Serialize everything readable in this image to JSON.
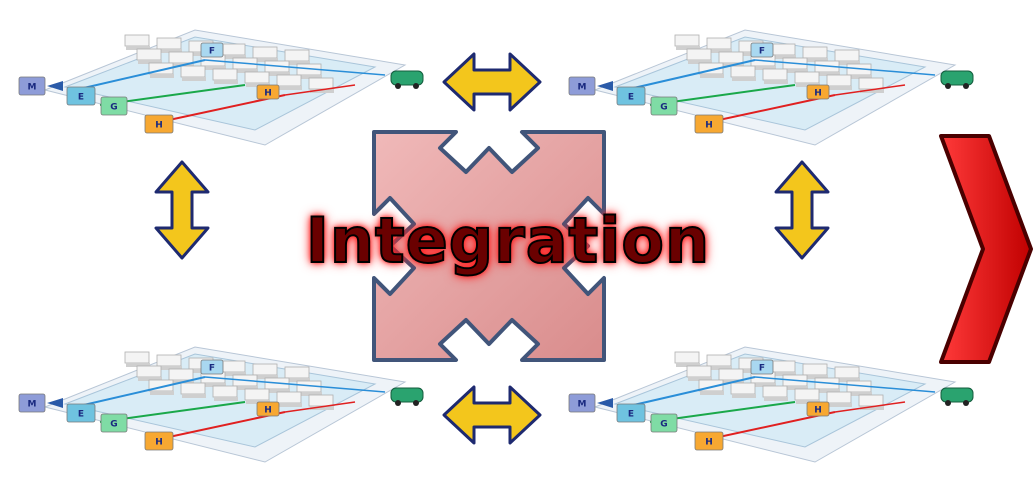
{
  "title": "Integration",
  "model": {
    "module_letters": [
      "M",
      "E",
      "G",
      "H",
      "F",
      "H"
    ],
    "colors": {
      "m_block": "#8e9cd8",
      "e_block": "#6fc3e0",
      "g_block": "#7fdca5",
      "h_block": "#f7a832",
      "line_blue": "#2a8ed8",
      "line_green": "#1aa84a",
      "line_red": "#e02020",
      "car": "#2aa36f"
    }
  },
  "colors": {
    "arrow_fill": "#f3c61c",
    "arrow_outline": "#1e2a70",
    "hub_fill": "#e7a6a6",
    "hub_outline": "#41557a",
    "chevron_fill": "#e01010",
    "chevron_outline": "#4a0000"
  },
  "icons": {
    "horizontal_arrow": "double-headed-horizontal-arrow-icon",
    "vertical_arrow": "double-headed-vertical-arrow-icon",
    "hub": "four-way-expand-arrow-icon",
    "chevron": "chevron-right-icon",
    "car": "car-icon"
  }
}
